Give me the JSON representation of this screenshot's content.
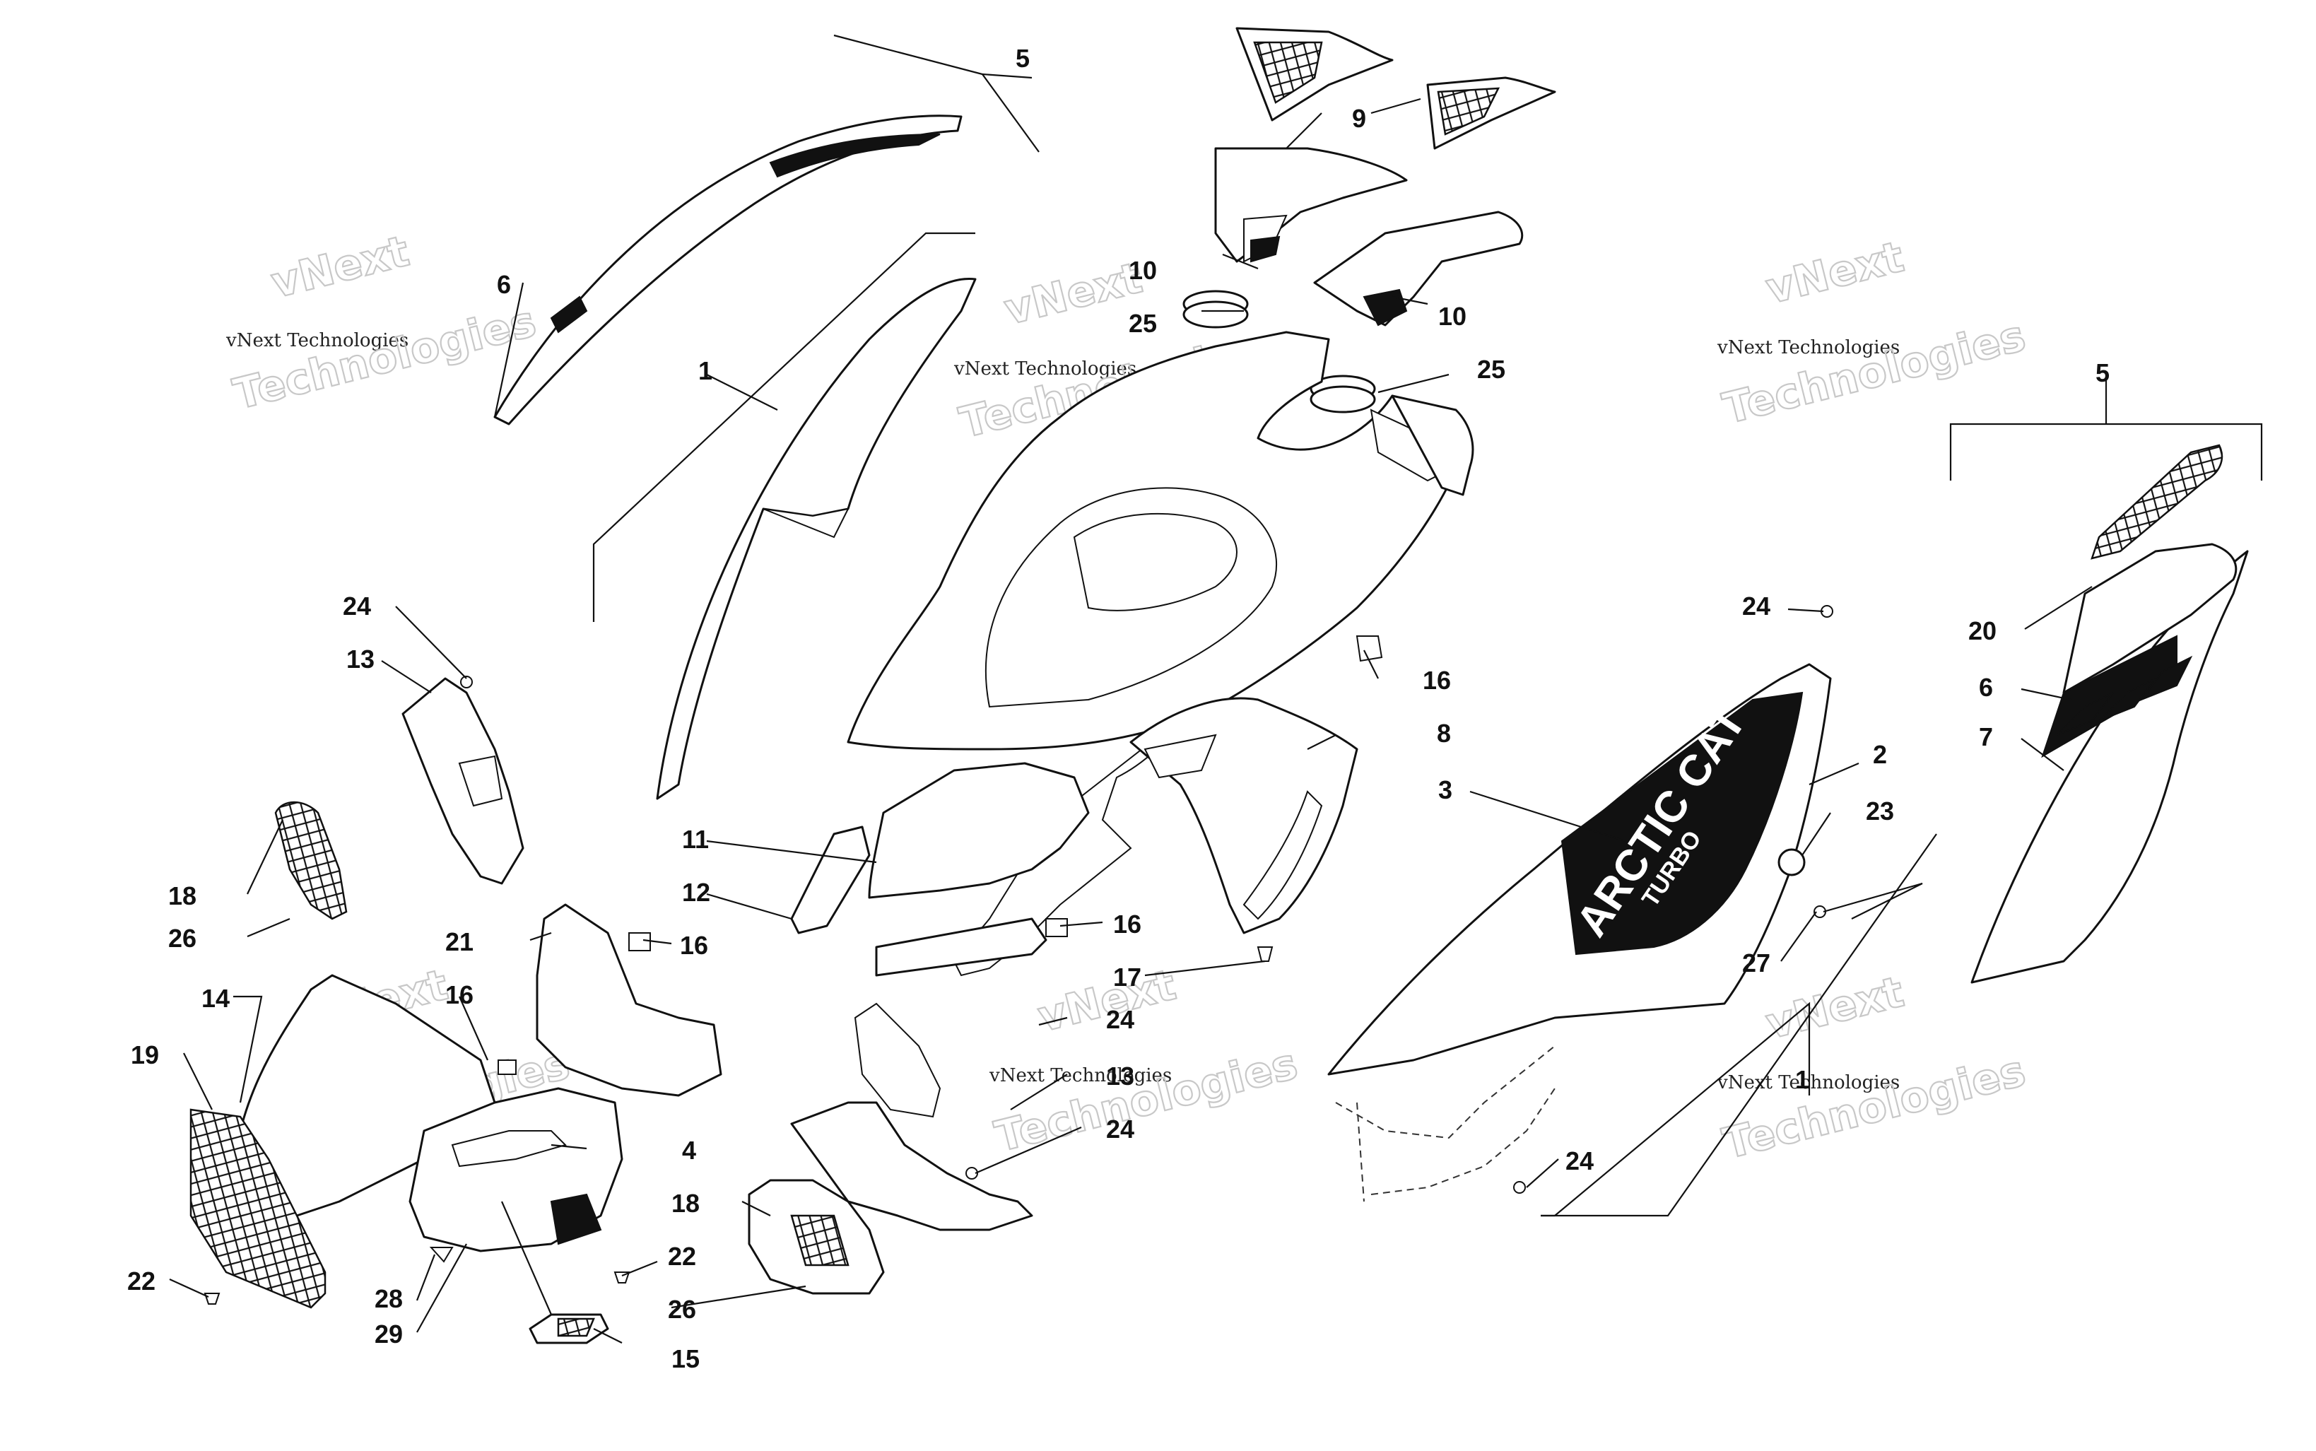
{
  "watermark": {
    "line1": "vNext",
    "line2": "vNext Technologies",
    "line3": "Technologies"
  },
  "decal": {
    "brand": "ARCTIC CAT",
    "model": "TURBO"
  },
  "callouts": [
    {
      "id": "c5a",
      "label": "5"
    },
    {
      "id": "c6a",
      "label": "6"
    },
    {
      "id": "c1a",
      "label": "1"
    },
    {
      "id": "c9",
      "label": "9"
    },
    {
      "id": "c10a",
      "label": "10"
    },
    {
      "id": "c10b",
      "label": "10"
    },
    {
      "id": "c25a",
      "label": "25"
    },
    {
      "id": "c25b",
      "label": "25"
    },
    {
      "id": "c5b",
      "label": "5"
    },
    {
      "id": "c24a",
      "label": "24"
    },
    {
      "id": "c13a",
      "label": "13"
    },
    {
      "id": "c24b",
      "label": "24"
    },
    {
      "id": "c16a",
      "label": "16"
    },
    {
      "id": "c20",
      "label": "20"
    },
    {
      "id": "c6b",
      "label": "6"
    },
    {
      "id": "c7",
      "label": "7"
    },
    {
      "id": "c8",
      "label": "8"
    },
    {
      "id": "c2",
      "label": "2"
    },
    {
      "id": "c3",
      "label": "3"
    },
    {
      "id": "c23",
      "label": "23"
    },
    {
      "id": "c11",
      "label": "11"
    },
    {
      "id": "c12",
      "label": "12"
    },
    {
      "id": "c18a",
      "label": "18"
    },
    {
      "id": "c26a",
      "label": "26"
    },
    {
      "id": "c21",
      "label": "21"
    },
    {
      "id": "c16b",
      "label": "16"
    },
    {
      "id": "c16c",
      "label": "16"
    },
    {
      "id": "c17",
      "label": "17"
    },
    {
      "id": "c27",
      "label": "27"
    },
    {
      "id": "c14",
      "label": "14"
    },
    {
      "id": "c16d",
      "label": "16"
    },
    {
      "id": "c19",
      "label": "19"
    },
    {
      "id": "c24c",
      "label": "24"
    },
    {
      "id": "c13b",
      "label": "13"
    },
    {
      "id": "c24d",
      "label": "24"
    },
    {
      "id": "c1b",
      "label": "1"
    },
    {
      "id": "c24e",
      "label": "24"
    },
    {
      "id": "c4",
      "label": "4"
    },
    {
      "id": "c18b",
      "label": "18"
    },
    {
      "id": "c22a",
      "label": "22"
    },
    {
      "id": "c22b",
      "label": "22"
    },
    {
      "id": "c28",
      "label": "28"
    },
    {
      "id": "c26b",
      "label": "26"
    },
    {
      "id": "c29",
      "label": "29"
    },
    {
      "id": "c15",
      "label": "15"
    }
  ]
}
